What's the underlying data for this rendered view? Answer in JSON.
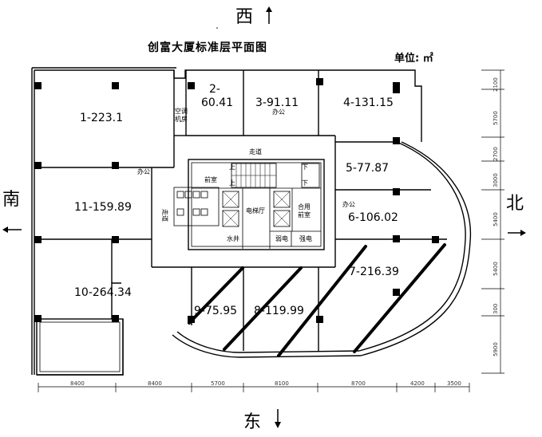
{
  "title": "创富大厦标准层平面图",
  "unit_label": "单位: ㎡",
  "directions": {
    "west": "西",
    "east": "东",
    "south": "南",
    "north": "北"
  },
  "units": [
    {
      "id": "1",
      "label": "1-223.1"
    },
    {
      "id": "2",
      "label_line1": "2-",
      "label_line2": "60.41"
    },
    {
      "id": "3",
      "label": "3-91.11"
    },
    {
      "id": "4",
      "label": "4-131.15"
    },
    {
      "id": "5",
      "label": "5-77.87"
    },
    {
      "id": "6",
      "label": "6-106.02"
    },
    {
      "id": "7",
      "label": "7-216.39"
    },
    {
      "id": "8",
      "label": "8-119.99"
    },
    {
      "id": "9",
      "label": "9-75.95"
    },
    {
      "id": "10",
      "label": "10-264.34"
    },
    {
      "id": "11",
      "label": "11-159.89"
    }
  ],
  "room_labels": {
    "office": "办公",
    "ac_room_1": "空调",
    "ac_room_2": "机房",
    "corridor": "走道",
    "front_room": "前室",
    "elevator_hall": "电梯厅",
    "shared_front_1": "合用",
    "shared_front_2": "前室",
    "weak_elec": "弱电",
    "strong_elec": "强电",
    "shaft": "水井",
    "up": "上",
    "down": "下"
  },
  "dimensions": {
    "bottom": [
      "8400",
      "8400",
      "5700",
      "8100",
      "8700",
      "4200",
      "3500"
    ],
    "right": [
      "2100",
      "5700",
      "2700",
      "3000",
      "5400",
      "5400",
      "300",
      "5900"
    ]
  }
}
